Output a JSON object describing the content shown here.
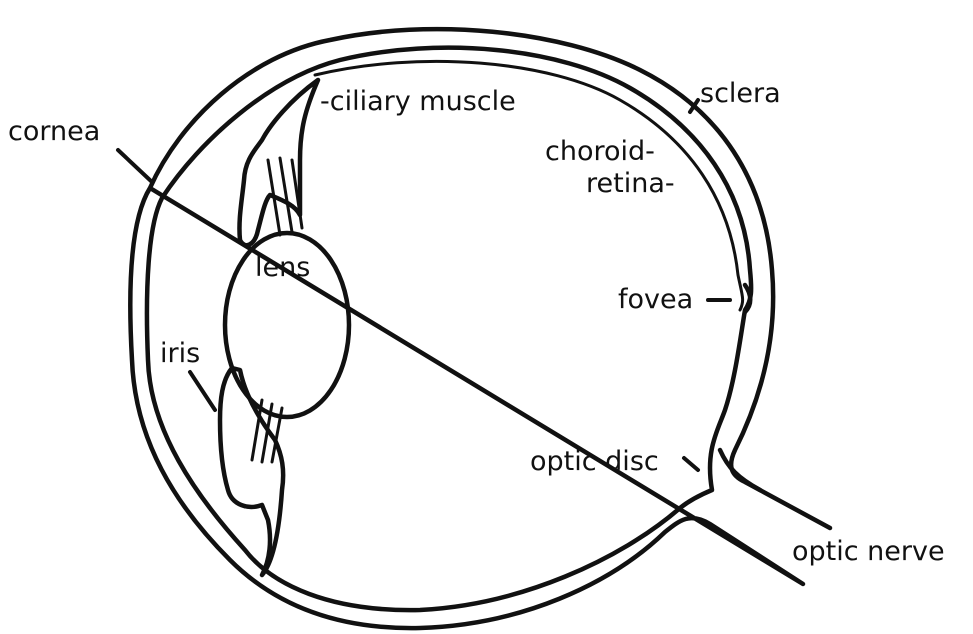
{
  "labels": {
    "cornea": "cornea",
    "ciliary_muscle": "-ciliary muscle",
    "sclera": "sclera",
    "choroid": "choroid-",
    "retina": "retina-",
    "lens": "lens",
    "fovea": "fovea",
    "iris": "iris",
    "optic_disc": "optic disc",
    "optic_nerve": "optic nerve"
  },
  "colors": {
    "ink": "#111111",
    "background": "#ffffff"
  }
}
